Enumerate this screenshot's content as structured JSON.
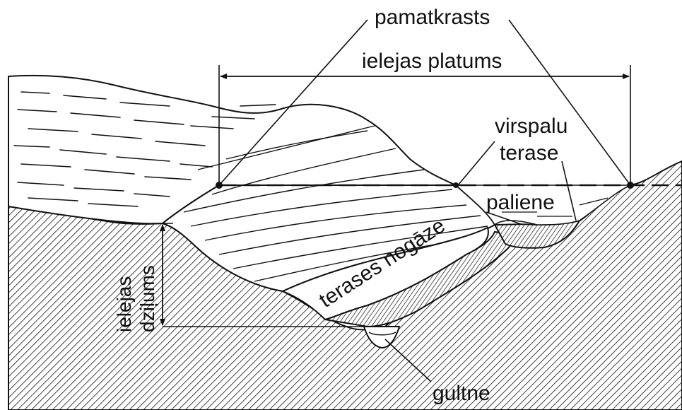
{
  "labels": {
    "pamatkrasts": "pamatkrasts",
    "ielejas_platums": "ielejas platums",
    "virspalu_line1": "virspalu",
    "virspalu_line2": "terase",
    "paliene": "paliene",
    "terases_nogaze": "terases nogāze",
    "ielejas_dzilums_line1": "ielejas",
    "ielejas_dzilums_line2": "dziļums",
    "gultne": "gultne"
  },
  "colors": {
    "ink": "#111111",
    "paper": "#ffffff"
  }
}
